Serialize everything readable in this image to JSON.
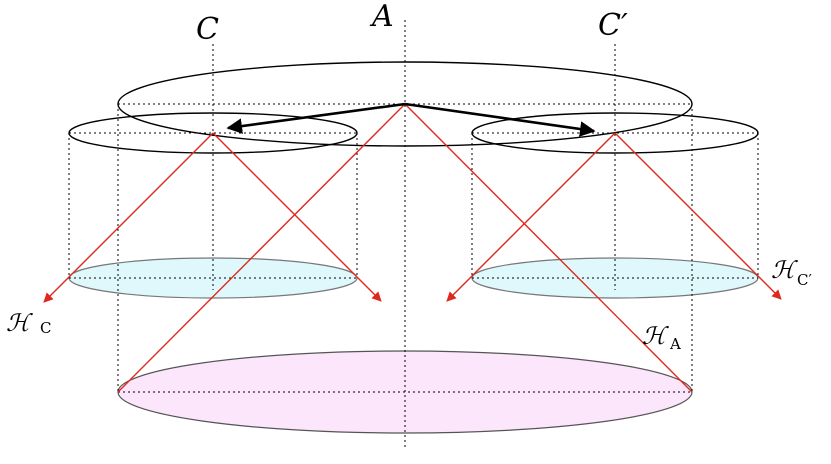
{
  "labels": {
    "c": "C",
    "a": "A",
    "c_prime": "C′",
    "h_c_sym": "ℋ",
    "h_c_sub": "C",
    "h_a_sym": "ℋ",
    "h_a_sub": "A",
    "h_cp_sym": "ℋ",
    "h_cp_sub": "C′"
  },
  "colors": {
    "light_rays": "#e0281e",
    "small_disks": "#dff8fb",
    "large_disk": "#fce6fb",
    "arrows": "#000000"
  }
}
